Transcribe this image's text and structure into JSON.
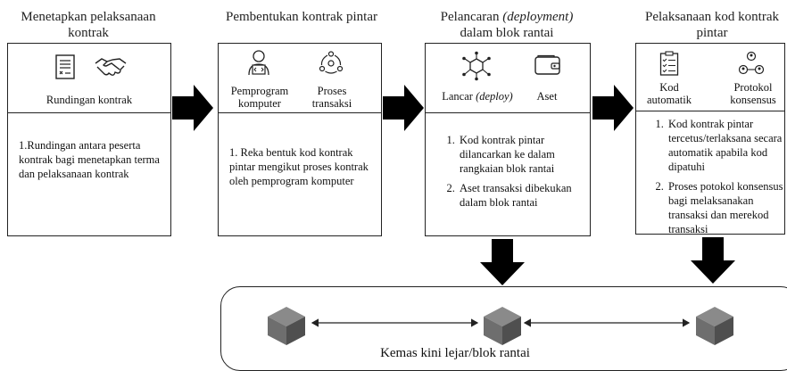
{
  "stages": [
    {
      "title": "Menetapkan pelaksanaan kontrak",
      "icons": [
        {
          "name": "document-icon",
          "label": ""
        },
        {
          "name": "handshake-icon",
          "label": ""
        }
      ],
      "top_caption": "Rundingan kontrak",
      "body": "1.Rundingan antara peserta kontrak bagi menetapkan terma dan pelaksanaan kontrak"
    },
    {
      "title": "Pembentukan kontrak pintar",
      "icons": [
        {
          "name": "programmer-icon",
          "label": "Pemprogram komputer"
        },
        {
          "name": "transaction-cycle-icon",
          "label": "Proses transaksi"
        }
      ],
      "body": "1. Reka bentuk kod kontrak pintar mengikut proses kontrak oleh pemprogram komputer"
    },
    {
      "title_pre": "Pelancaran ",
      "title_em": "(deployment)",
      "title_post": " dalam blok rantai",
      "icons": [
        {
          "name": "network-hub-icon",
          "label_pre": "Lancar ",
          "label_em": "(deploy)"
        },
        {
          "name": "wallet-icon",
          "label": "Aset"
        }
      ],
      "body_items": [
        "Kod kontrak pintar dilancarkan ke dalam rangkaian blok rantai",
        "Aset transaksi dibekukan dalam blok rantai"
      ]
    },
    {
      "title": "Pelaksanaan kod kontrak pintar",
      "icons": [
        {
          "name": "clipboard-icon",
          "label": "Kod automatik"
        },
        {
          "name": "consensus-icon",
          "label": "Protokol konsensus"
        }
      ],
      "body_items": [
        "Kod kontrak pintar tercetus/terlaksana secara automatik apabila kod dipatuhi",
        "Proses potokol konsensus bagi melaksanakan transaksi dan merekod transaksi"
      ]
    }
  ],
  "ledger_caption": "Kemas kini lejar/blok rantai",
  "colors": {
    "arrow": "#000000",
    "cube_top": "#8a8a8a",
    "cube_left": "#6e6e6e",
    "cube_right": "#4f4f4f"
  }
}
